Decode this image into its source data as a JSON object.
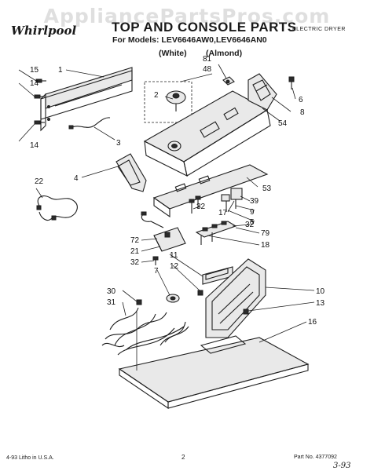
{
  "watermark": "AppliancePartsPros.com",
  "brand": "Whirlpool",
  "header": {
    "title": "TOP AND CONSOLE PARTS",
    "models_line": "For Models: LEV6646AW0,LEV6646AN0",
    "color_white": "(White)",
    "color_almond": "(Almond)",
    "category": "ELECTRIC DRYER"
  },
  "callouts": [
    "1",
    "2",
    "3",
    "4",
    "5",
    "6",
    "7",
    "8",
    "9",
    "10",
    "11",
    "12",
    "13",
    "14",
    "14",
    "15",
    "16",
    "17",
    "18",
    "21",
    "22",
    "30",
    "31",
    "32",
    "32",
    "32",
    "39",
    "48",
    "53",
    "54",
    "72",
    "79",
    "81"
  ],
  "footer": {
    "left": "4-93 Litho in U.S.A.",
    "page": "2",
    "part_number": "Part No. 4377092",
    "handwritten": "3-93"
  }
}
